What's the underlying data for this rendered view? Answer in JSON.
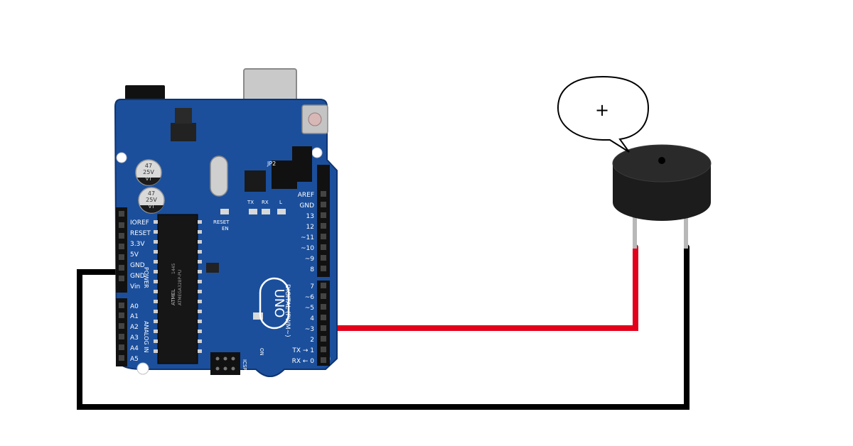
{
  "board": {
    "model_label": "UNO",
    "header_labels": {
      "digital": "DIGITAL (PWM~)",
      "power": "POWER",
      "analog": "ANALOG IN",
      "icsp": "ICSP",
      "on": "ON",
      "reset_btn": "RESET",
      "en": "EN",
      "jp2": "JP2",
      "tx": "TX",
      "rx": "RX",
      "led_l": "L"
    },
    "power_pins": [
      "IOREF",
      "RESET",
      "3.3V",
      "5V",
      "GND",
      "GND",
      "Vin"
    ],
    "analog_pins": [
      "A0",
      "A1",
      "A2",
      "A3",
      "A4",
      "A5"
    ],
    "digital_pins": [
      "AREF",
      "GND",
      "13",
      "12",
      "~11",
      "~10",
      "~9",
      "8",
      "7",
      "~6",
      "~5",
      "4",
      "~3",
      "2",
      "TX → 1",
      "RX ← 0"
    ],
    "capacitor_label_1": "47 25V VT",
    "capacitor_label_2": "47 25V VT",
    "chip_brand": "ATMEL",
    "chip_text": "ATMEGA328P-PU",
    "chip_code": "1445"
  },
  "buzzer": {
    "polarity_callout": "+"
  },
  "wires": {
    "signal_color": "#e3001b",
    "ground_color": "#000000"
  },
  "colors": {
    "board": "#1b4f9c",
    "board_dark": "#123a78",
    "buzzer": "#1c1c1c"
  }
}
